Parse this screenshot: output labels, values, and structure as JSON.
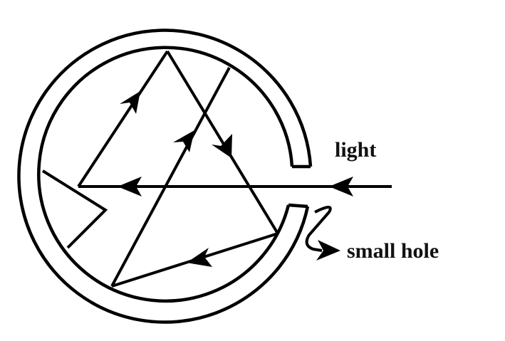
{
  "diagram": {
    "type": "optics ray diagram",
    "description": "Light enters a circular ring-shaped cavity through an opening on the right and reflects around the inner wall before exiting via a small hole",
    "labels": {
      "light": "light",
      "small_hole": "small hole"
    },
    "colors": {
      "stroke": "#000000",
      "background": "#ffffff",
      "text": "#111111"
    },
    "elements": [
      {
        "name": "ring-wall",
        "shape": "open annulus",
        "opening_side": "right"
      },
      {
        "name": "incoming-light-ray",
        "direction": "leftward"
      },
      {
        "name": "reflected-ray-path",
        "segments": 6
      },
      {
        "name": "small-hole-exit-arrow",
        "points_to": "small hole"
      }
    ]
  }
}
